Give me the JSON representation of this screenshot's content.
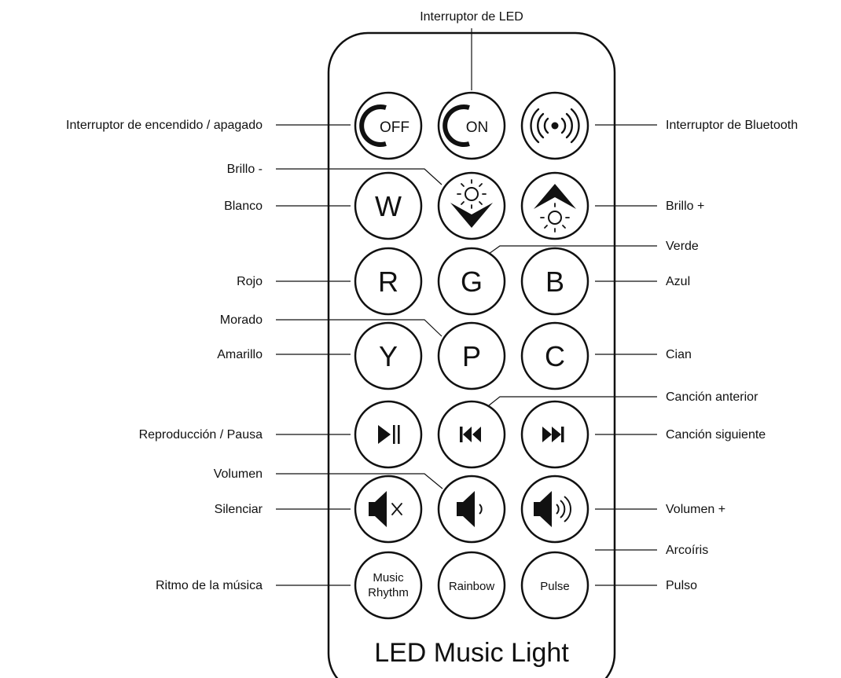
{
  "remote": {
    "title": "LED Music Light",
    "buttons": {
      "off": "OFF",
      "on": "ON",
      "white": "W",
      "red": "R",
      "green": "G",
      "blue": "B",
      "yellow": "Y",
      "purple": "P",
      "cyan": "C",
      "music_rhythm_line1": "Music",
      "music_rhythm_line2": "Rhythm",
      "rainbow": "Rainbow",
      "pulse": "Pulse"
    }
  },
  "callouts": {
    "led_switch": "Interruptor de LED",
    "power_switch": "Interruptor de encendido / apagado",
    "bluetooth_switch": "Interruptor de Bluetooth",
    "brightness_down": "Brillo -",
    "white": "Blanco",
    "brightness_up": "Brillo +",
    "green": "Verde",
    "red": "Rojo",
    "blue": "Azul",
    "purple": "Morado",
    "yellow": "Amarillo",
    "cyan": "Cian",
    "previous_song": "Canción anterior",
    "play_pause": "Reproducción / Pausa",
    "next_song": "Canción siguiente",
    "volume": "Volumen",
    "mute": "Silenciar",
    "volume_up": "Volumen +",
    "rainbow": "Arcoíris",
    "music_rhythm": "Ritmo de la música",
    "pulse": "Pulso"
  },
  "icons": {
    "power_off": "power-off-icon",
    "power_on": "power-on-icon",
    "bluetooth": "broadcast-icon",
    "brightness_down": "sun-down-icon",
    "brightness_up": "sun-up-icon",
    "play_pause": "play-pause-icon",
    "previous": "previous-track-icon",
    "next": "next-track-icon",
    "mute": "speaker-mute-icon",
    "volume_down": "speaker-low-icon",
    "volume_up": "speaker-high-icon"
  },
  "colors": {
    "stroke": "#111111",
    "background": "#ffffff"
  }
}
